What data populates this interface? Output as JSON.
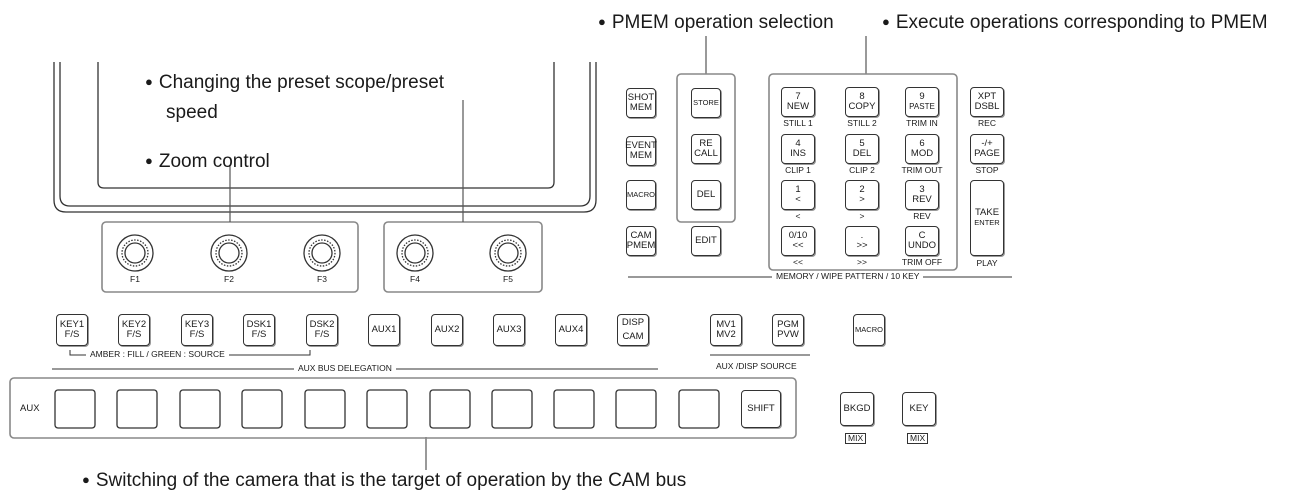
{
  "annotations": {
    "pmem_selection": "PMEM operation selection",
    "pmem_execute": "Execute operations corresponding to PMEM",
    "preset_line1": "Changing the preset scope/preset",
    "preset_line2": "speed",
    "zoom": "Zoom control",
    "cam_switch": "Switching of the camera that is the target of operation by the CAM bus"
  },
  "knobs": [
    "F1",
    "F2",
    "F3",
    "F4",
    "F5"
  ],
  "left_memory_buttons": [
    {
      "l1": "SHOT",
      "l2": "MEM"
    },
    {
      "l1": "EVENT",
      "l2": "MEM"
    },
    {
      "l1": "MACRO",
      "l2": ""
    },
    {
      "l1": "CAM",
      "l2": "PMEM"
    }
  ],
  "pmem_buttons": [
    {
      "l1": "STORE",
      "l2": ""
    },
    {
      "l1": "RE",
      "l2": "CALL"
    },
    {
      "l1": "DEL",
      "l2": ""
    }
  ],
  "edit_button": "EDIT",
  "keypad": [
    {
      "l1": "7",
      "l2": "NEW",
      "sub": "STILL 1"
    },
    {
      "l1": "8",
      "l2": "COPY",
      "sub": "STILL 2"
    },
    {
      "l1": "9",
      "l2": "PASTE",
      "sub": "TRIM IN"
    },
    {
      "l1": "4",
      "l2": "INS",
      "sub": "CLIP 1"
    },
    {
      "l1": "5",
      "l2": "DEL",
      "sub": "CLIP 2"
    },
    {
      "l1": "6",
      "l2": "MOD",
      "sub": "TRIM OUT"
    },
    {
      "l1": "1",
      "l2": "<",
      "sub": "<"
    },
    {
      "l1": "2",
      "l2": ">",
      "sub": ">"
    },
    {
      "l1": "3",
      "l2": "REV",
      "sub": "REV"
    },
    {
      "l1": "0/10",
      "l2": "<<",
      "sub": "<<"
    },
    {
      "l1": ".",
      "l2": ">>",
      "sub": ">>"
    },
    {
      "l1": "C",
      "l2": "UNDO",
      "sub": "TRIM OFF"
    }
  ],
  "right_column": [
    {
      "l1": "XPT",
      "l2": "DSBL",
      "sub": "REC"
    },
    {
      "l1": "-/+",
      "l2": "PAGE",
      "sub": "STOP"
    },
    {
      "l1": "TAKE",
      "l2": "ENTER",
      "sub": "PLAY"
    }
  ],
  "memory_section_label": "MEMORY / WIPE PATTERN / 10 KEY",
  "aux_delegation_buttons": [
    {
      "l1": "KEY1",
      "l2": "F/S"
    },
    {
      "l1": "KEY2",
      "l2": "F/S"
    },
    {
      "l1": "KEY3",
      "l2": "F/S"
    },
    {
      "l1": "DSK1",
      "l2": "F/S"
    },
    {
      "l1": "DSK2",
      "l2": "F/S"
    },
    {
      "l1": "AUX1",
      "l2": ""
    },
    {
      "l1": "AUX2",
      "l2": ""
    },
    {
      "l1": "AUX3",
      "l2": ""
    },
    {
      "l1": "AUX4",
      "l2": ""
    },
    {
      "l1": "DISP",
      "l2": "CAM"
    }
  ],
  "amber_label": "AMBER : FILL / GREEN : SOURCE",
  "aux_bus_delegation_label": "AUX BUS DELEGATION",
  "disp_source_buttons": [
    {
      "l1": "MV1",
      "l2": "MV2"
    },
    {
      "l1": "PGM",
      "l2": "PVW"
    }
  ],
  "aux_disp_source_label": "AUX /DISP SOURCE",
  "macro_button": "MACRO",
  "aux_row_label": "AUX",
  "shift_button": "SHIFT",
  "bkgd_button": "BKGD",
  "key_button": "KEY",
  "mix_label": "MIX",
  "colors": {
    "line": "#333333",
    "text": "#1a1a1a",
    "background": "#ffffff"
  }
}
